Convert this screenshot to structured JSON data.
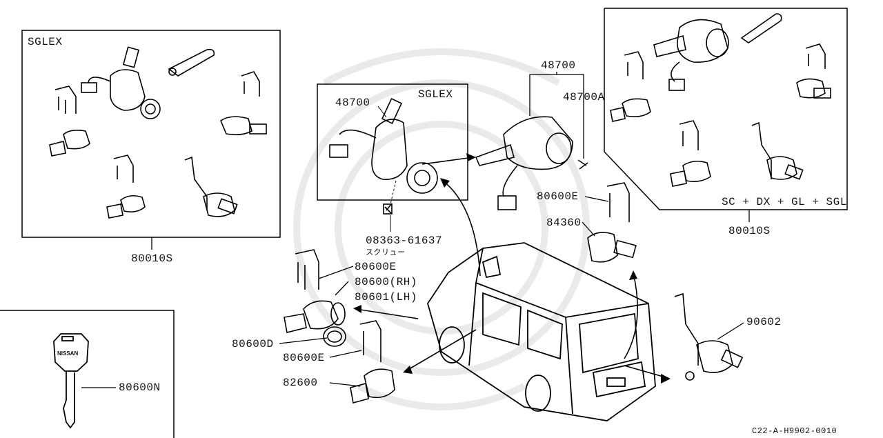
{
  "boxes": {
    "left_variant": "SGLEX",
    "inset_variant": "SGLEX",
    "right_variant": "SC + DX + GL + SGL"
  },
  "parts": {
    "kit_left": "80010S",
    "kit_right": "80010S",
    "ignition_set": "48700",
    "ignition_inset": "48700",
    "ignition_alt": "48700A",
    "screw_part": "08363-61637",
    "screw_name": "スクリュー",
    "retainer_right": "80600E",
    "retainer_left_top": "80600E",
    "retainer_left_bottom": "80600E",
    "glove_box_lock": "84360",
    "door_lock_rh": "80600(RH)",
    "door_lock_lh": "80601(LH)",
    "gasket": "80600D",
    "fuel_lock": "82600",
    "back_door_lock": "90602",
    "key_blank": "80600N",
    "key_brand": "NISSAN"
  },
  "diagram_code": "C22-A-H9902-0010"
}
